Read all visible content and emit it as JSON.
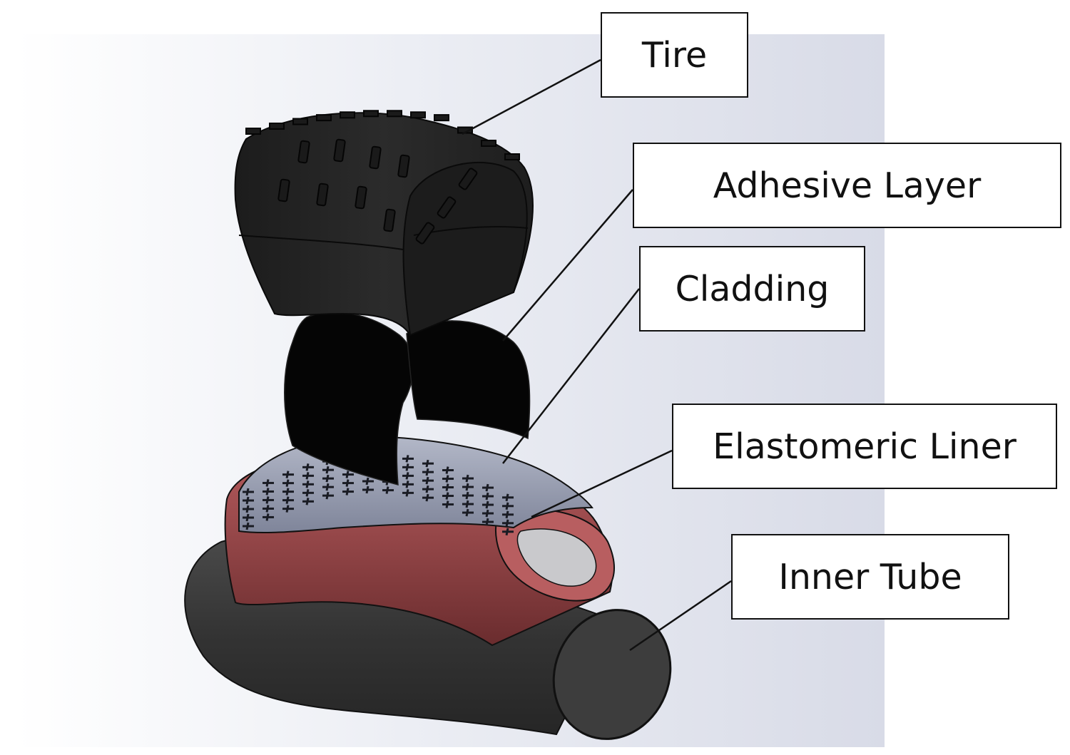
{
  "diagram": {
    "labels": {
      "tire": "Tire",
      "adhesive_layer": "Adhesive Layer",
      "cladding": "Cladding",
      "elastomeric_liner": "Elastomeric Liner",
      "inner_tube": "Inner Tube"
    },
    "colors": {
      "tire": "#262626",
      "adhesive_layer": "#050505",
      "cladding": "#9aa0b4",
      "cladding_cross": "#1a1c24",
      "elastomeric_liner": "#a2484c",
      "inner_tube": "#333333",
      "background_tint": "#d9dce8"
    }
  }
}
